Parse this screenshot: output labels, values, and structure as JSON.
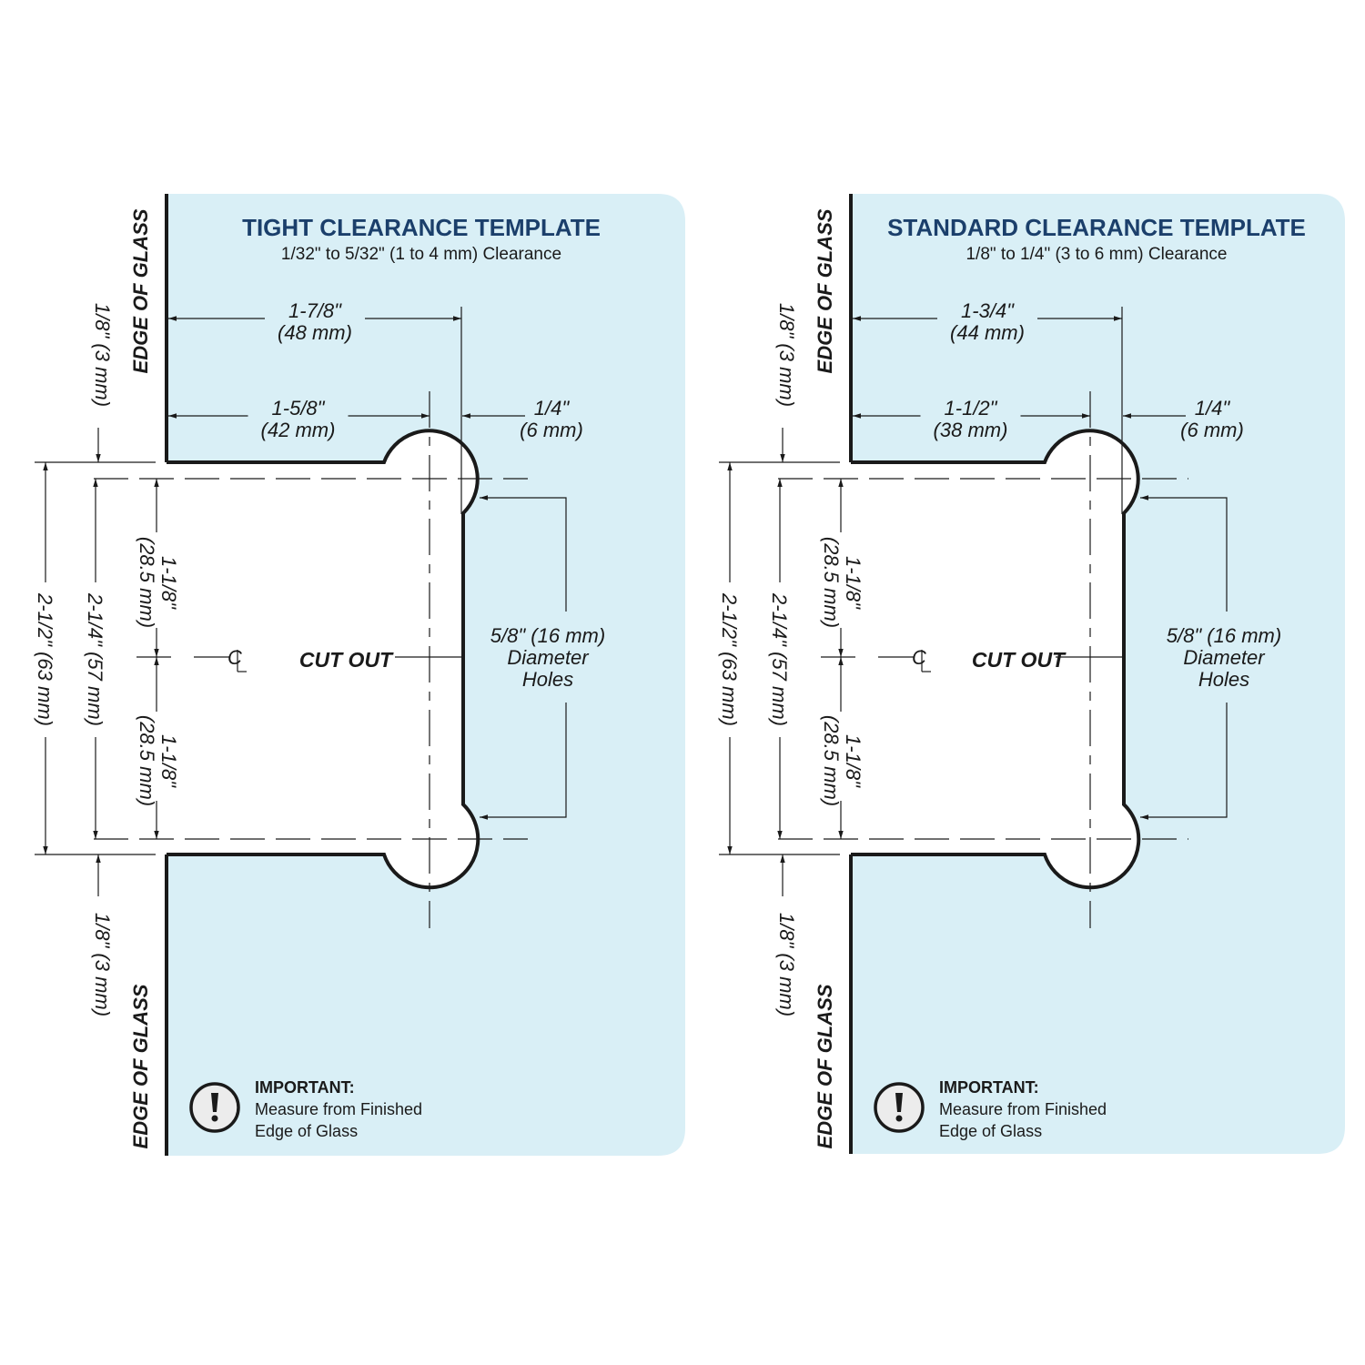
{
  "colors": {
    "glass": "#d9eff6",
    "title": "#1b3f6b",
    "line": "#1a1a1a"
  },
  "panels": [
    {
      "title": "TIGHT CLEARANCE TEMPLATE",
      "subtitle": "1/32\" to 5/32\" (1 to 4 mm) Clearance",
      "edge_label": "EDGE OF GLASS",
      "overall_width": [
        "1-7/8\"",
        "(48 mm)"
      ],
      "center_width": [
        "1-5/8\"",
        "(42 mm)"
      ],
      "offset": [
        "1/4\"",
        "(6 mm)"
      ],
      "gap_top": "1/8\" (3 mm)",
      "gap_bottom": "1/8\" (3 mm)",
      "height_outer": "2-1/2\" (63 mm)",
      "height_inner": "2-1/4\" (57 mm)",
      "half_top": [
        "1-1/8\"",
        "(28.5 mm)"
      ],
      "half_bottom": [
        "1-1/8\"",
        "(28.5 mm)"
      ],
      "centerline": "CL",
      "cut_out": "CUT OUT",
      "holes": [
        "5/8\" (16 mm)",
        "Diameter",
        "Holes"
      ],
      "important_title": "IMPORTANT:",
      "important_lines": [
        "Measure from Finished",
        "Edge of Glass"
      ],
      "icon": "exclamation-circle-icon"
    },
    {
      "title": "STANDARD CLEARANCE TEMPLATE",
      "subtitle": "1/8\" to 1/4\" (3 to 6 mm) Clearance",
      "edge_label": "EDGE OF GLASS",
      "overall_width": [
        "1-3/4\"",
        "(44 mm)"
      ],
      "center_width": [
        "1-1/2\"",
        "(38 mm)"
      ],
      "offset": [
        "1/4\"",
        "(6 mm)"
      ],
      "gap_top": "1/8\" (3 mm)",
      "gap_bottom": "1/8\" (3 mm)",
      "height_outer": "2-1/2\" (63 mm)",
      "height_inner": "2-1/4\" (57 mm)",
      "half_top": [
        "1-1/8\"",
        "(28.5 mm)"
      ],
      "half_bottom": [
        "1-1/8\"",
        "(28.5 mm)"
      ],
      "centerline": "CL",
      "cut_out": "CUT OUT",
      "holes": [
        "5/8\" (16 mm)",
        "Diameter",
        "Holes"
      ],
      "important_title": "IMPORTANT:",
      "important_lines": [
        "Measure from Finished",
        "Edge of Glass"
      ],
      "icon": "exclamation-circle-icon"
    }
  ]
}
